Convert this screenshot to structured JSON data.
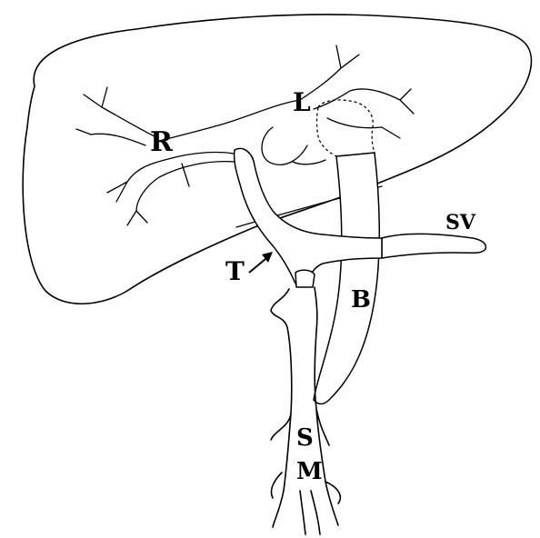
{
  "labels": {
    "right_branch": "R",
    "left_branch": "L",
    "splenic_vein": "SV",
    "thrombus": "T",
    "bypass_graft": "B",
    "superior_mesenteric_s": "S",
    "superior_mesenteric_m": "M"
  },
  "colors": {
    "ink": "#000000",
    "paper": "#ffffff"
  }
}
